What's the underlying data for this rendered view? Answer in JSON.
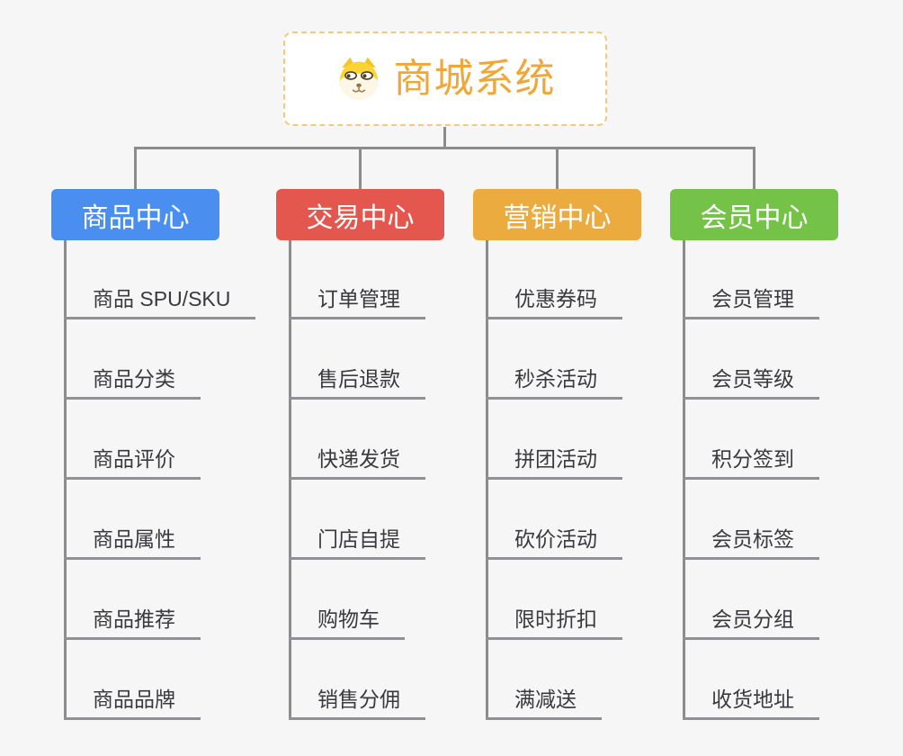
{
  "root": {
    "title": "商城系统",
    "icon": "dog-face-icon",
    "accent_color": "#f0a73a",
    "border_color": "#f6c87e"
  },
  "colors": {
    "background": "#f6f6f6",
    "connector": "#8c8c8c",
    "leaf_underline": "#909095",
    "leaf_text": "#3a3a3e"
  },
  "branches": [
    {
      "label": "商品中心",
      "color": "#4a8ef0",
      "items": [
        "商品 SPU/SKU",
        "商品分类",
        "商品评价",
        "商品属性",
        "商品推荐",
        "商品品牌"
      ]
    },
    {
      "label": "交易中心",
      "color": "#e4574f",
      "items": [
        "订单管理",
        "售后退款",
        "快递发货",
        "门店自提",
        "购物车",
        "销售分佣"
      ]
    },
    {
      "label": "营销中心",
      "color": "#ecab3f",
      "items": [
        "优惠券码",
        "秒杀活动",
        "拼团活动",
        "砍价活动",
        "限时折扣",
        "满减送"
      ]
    },
    {
      "label": "会员中心",
      "color": "#74c247",
      "items": [
        "会员管理",
        "会员等级",
        "积分签到",
        "会员标签",
        "会员分组",
        "收货地址"
      ]
    }
  ]
}
